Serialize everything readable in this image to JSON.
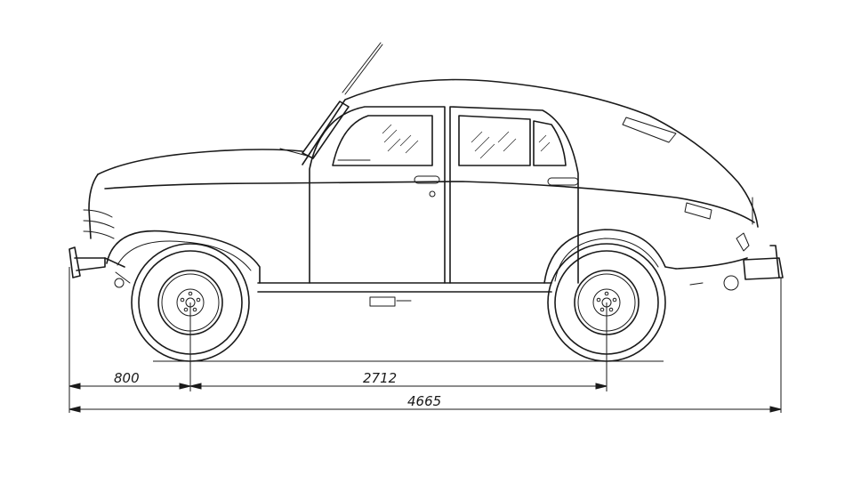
{
  "drawing": {
    "background": "#ffffff",
    "ink": "#1a1a1a",
    "dimensions": {
      "front_overhang": "800",
      "wheelbase": "2712",
      "overall_length": "4665"
    }
  }
}
